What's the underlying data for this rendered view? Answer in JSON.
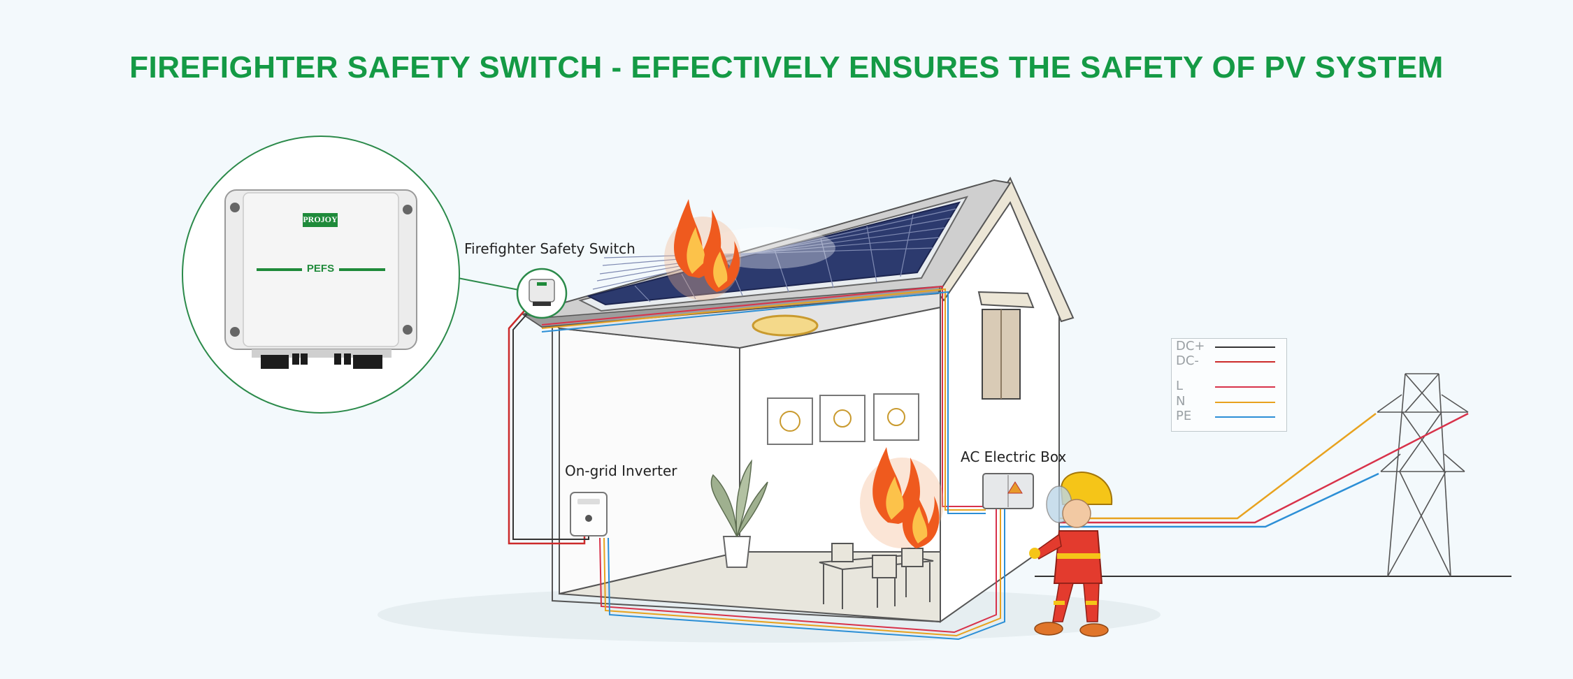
{
  "title": "FIREFIGHTER SAFETY SWITCH - EFFECTIVELY ENSURES THE SAFETY OF PV SYSTEM",
  "labels": {
    "switch": "Firefighter Safety Switch",
    "inverter": "On-grid Inverter",
    "ac_box": "AC Electric Box"
  },
  "device": {
    "brand": "PROJOY",
    "model": "PEFS"
  },
  "legend": [
    {
      "label": "DC+",
      "color": "#333333"
    },
    {
      "label": "DC-",
      "color": "#cc2b2b"
    },
    {
      "label": "L",
      "color": "#d8324a"
    },
    {
      "label": "N",
      "color": "#e8a21e"
    },
    {
      "label": "PE",
      "color": "#2c8fd6"
    }
  ]
}
